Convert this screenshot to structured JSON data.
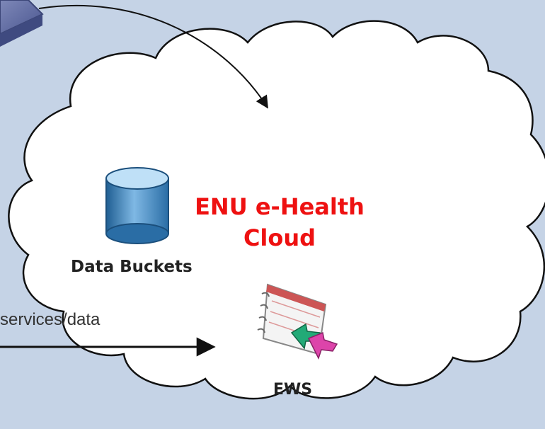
{
  "cloud": {
    "title_line1": "ENU e-Health",
    "title_line2": "Cloud"
  },
  "data_buckets": {
    "label": "Data Buckets",
    "icon": "database-cylinder"
  },
  "ews": {
    "label": "EWS",
    "icon": "notebook-with-arrow"
  },
  "incoming_link": {
    "label": "services/data"
  },
  "colors": {
    "background": "#c5d3e6",
    "cloud_fill": "#ffffff",
    "title": "#ee1111",
    "arrow": "#111111"
  }
}
